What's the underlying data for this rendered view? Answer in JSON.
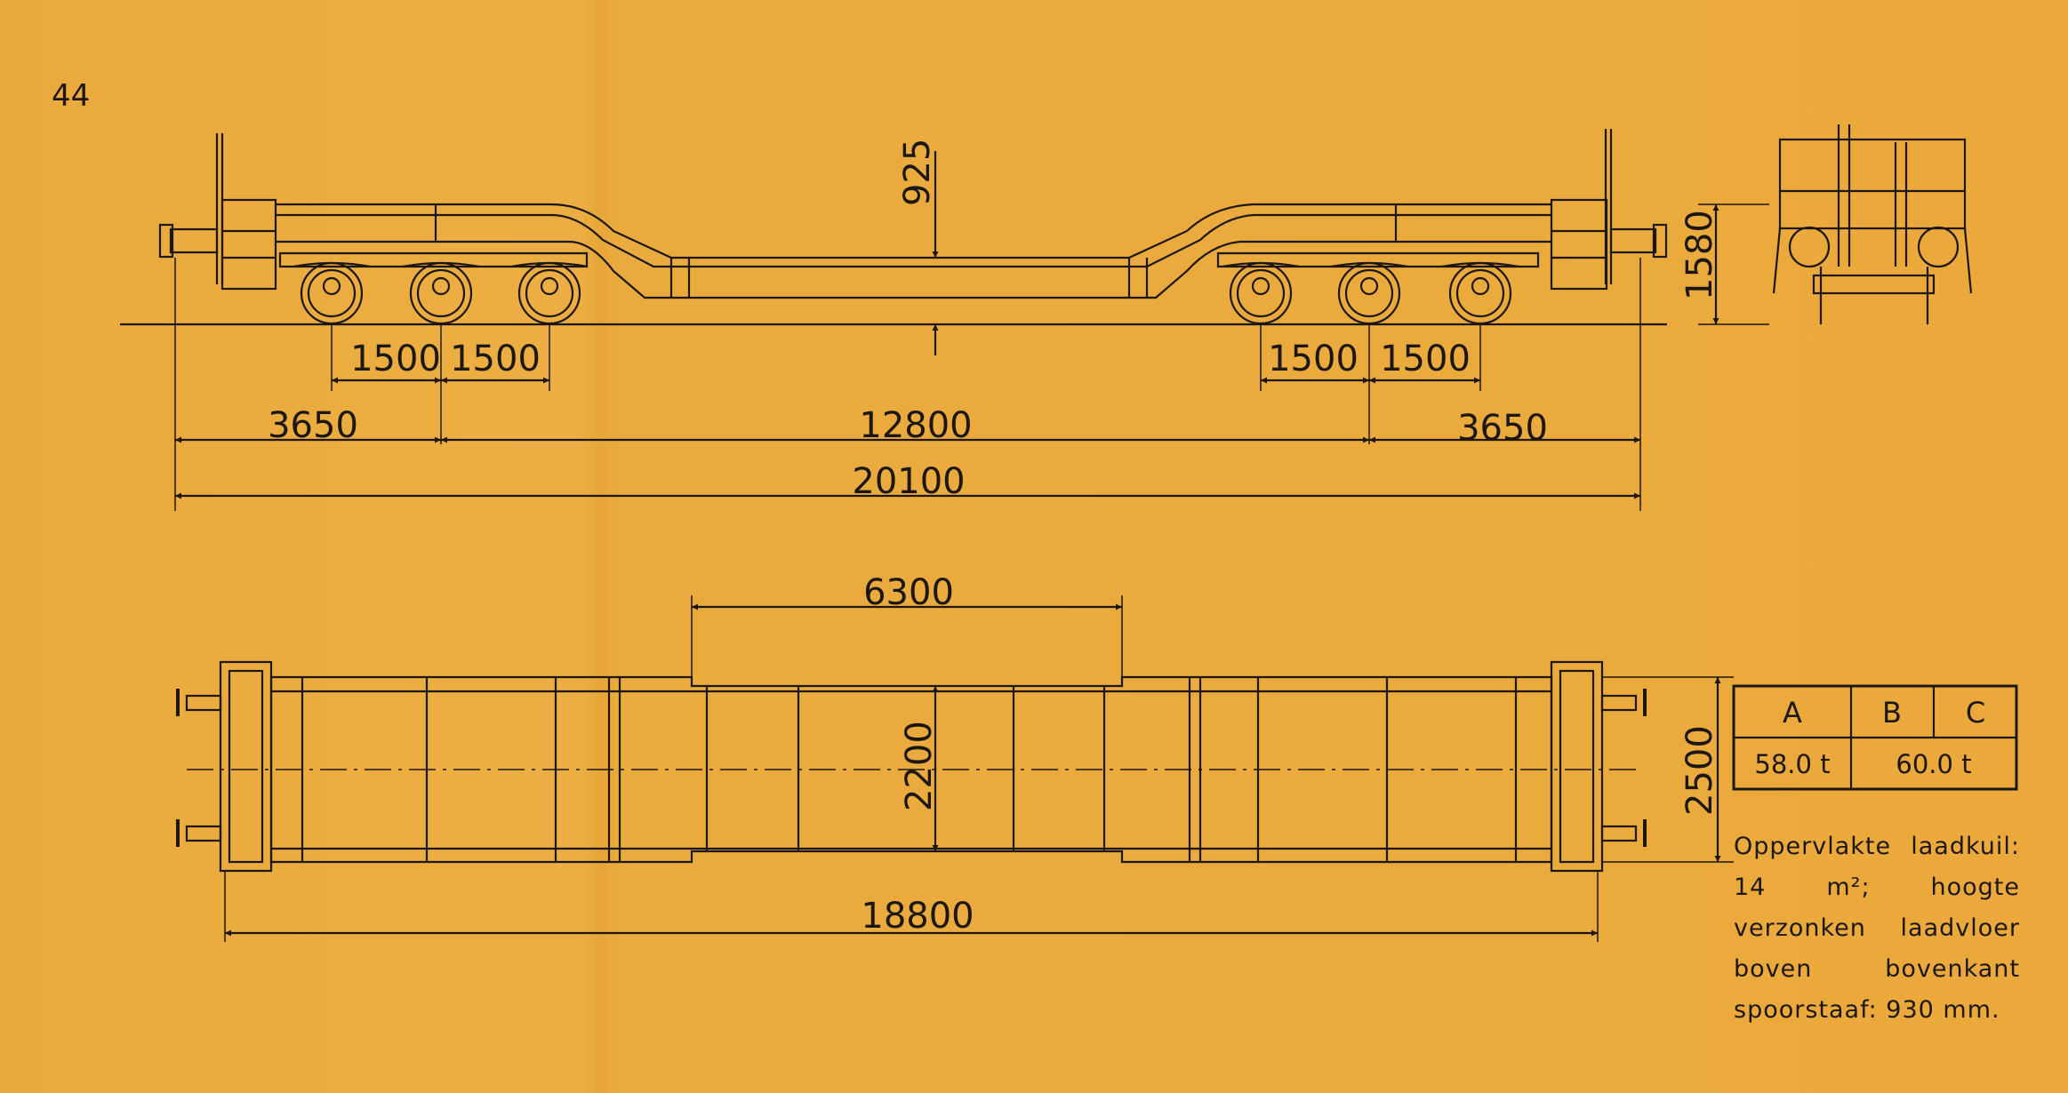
{
  "page_number": "44",
  "side_view": {
    "height_label": "925",
    "axle_spacings": [
      "1500",
      "1500",
      "1500",
      "1500"
    ],
    "overhang_left": "3650",
    "bogie_centres": "12800",
    "overhang_right": "3650",
    "overall_length": "20100"
  },
  "end_view": {
    "height_label": "1580"
  },
  "plan_view": {
    "well_length": "6300",
    "well_width": "2200",
    "overall_width": "2500",
    "frame_length": "18800"
  },
  "capacity_table": {
    "headers": [
      "A",
      "B",
      "C"
    ],
    "values": [
      "58.0 t",
      "60.0 t"
    ]
  },
  "note": "Oppervlakte laadkuil: 14 m²; hoogte verzonken laadvloer boven bovenkant spoorstaaf: 930 mm."
}
